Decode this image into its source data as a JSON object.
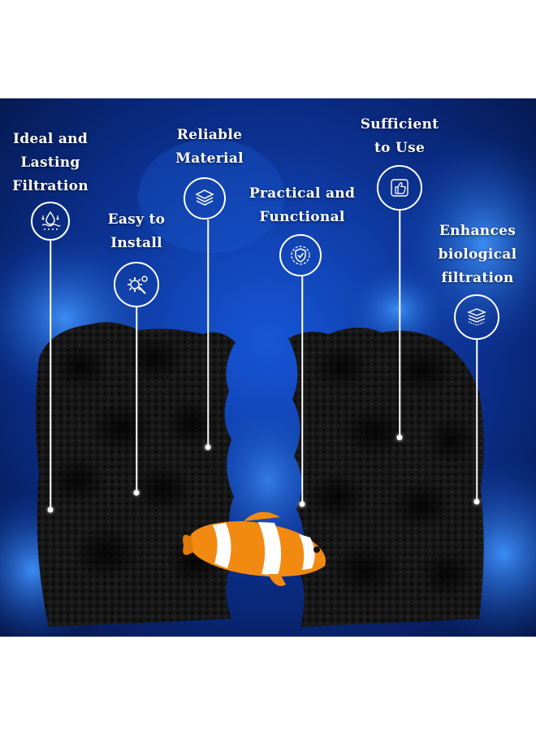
{
  "features": [
    {
      "lines": [
        "Ideal and",
        "Lasting",
        "Filtration"
      ],
      "icon": "water-drop-filtration-icon"
    },
    {
      "lines": [
        "Easy to",
        "Install"
      ],
      "icon": "gear-wrench-icon"
    },
    {
      "lines": [
        "Reliable",
        "Material"
      ],
      "icon": "stacked-layers-icon"
    },
    {
      "lines": [
        "Practical and",
        "Functional"
      ],
      "icon": "shield-check-badge-icon"
    },
    {
      "lines": [
        "Sufficient",
        "to Use"
      ],
      "icon": "thumbs-up-icon"
    },
    {
      "lines": [
        "Enhances",
        "biological",
        "filtration"
      ],
      "icon": "filter-layers-icon"
    }
  ],
  "colors": {
    "background": "#ffffff",
    "water_deep": "#051a4a",
    "water_mid": "#0d47b8",
    "coral": "#1f6fe0",
    "sponge": "#141414",
    "fish_orange": "#f28a12",
    "label_text": "#ffffff"
  }
}
